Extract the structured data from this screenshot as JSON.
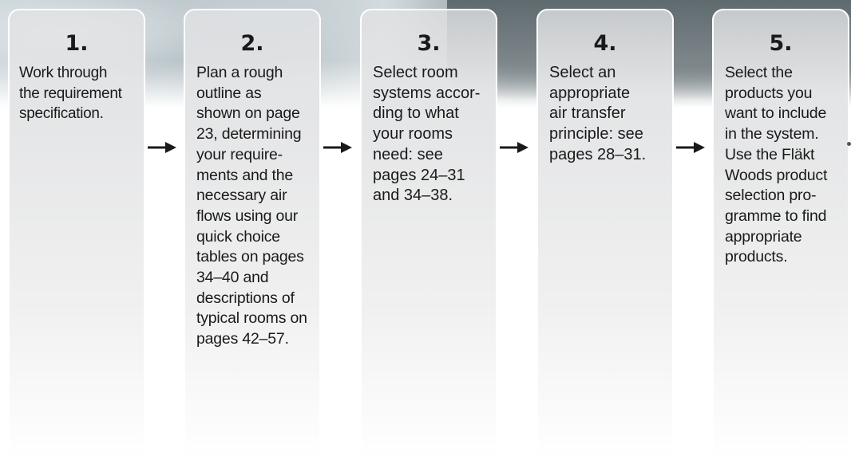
{
  "steps": [
    {
      "number": "1.",
      "text": "Work through\nthe requirement\nspecification."
    },
    {
      "number": "2.",
      "text": "Plan a rough\noutline as\nshown on page\n23, determining\nyour require-\nments and the\nnecessary air\nflows using our\nquick choice\ntables on pages\n34–40 and\ndescriptions of\ntypical rooms on\npages 42–57."
    },
    {
      "number": "3.",
      "text": "Select room\nsystems accor-\nding to what\nyour rooms\nneed: see\npages 24–31\nand 34–38."
    },
    {
      "number": "4.",
      "text": "Select an\nappropriate\nair transfer\nprinciple: see\npages 28–31."
    },
    {
      "number": "5.",
      "text": "Select the\nproducts you\nwant to include\nin the system.\nUse the Fläkt\nWoods product\nselection pro-\ngramme to find\nappropriate\nproducts."
    }
  ],
  "colors": {
    "arrow": "#1a1a1a",
    "card_top": "#e1e2e4",
    "card_bottom": "#ffffff"
  },
  "icons": {
    "arrow": "arrow-right-icon"
  }
}
